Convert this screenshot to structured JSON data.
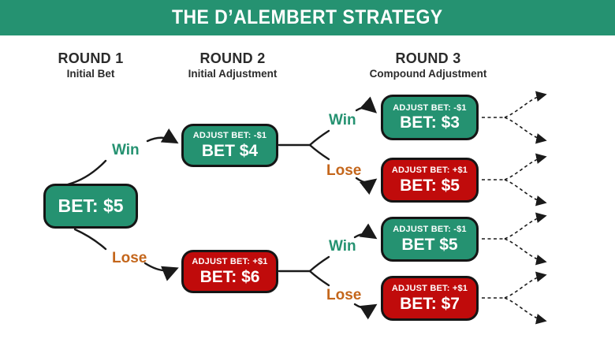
{
  "header": {
    "title": "THE D’ALEMBERT STRATEGY"
  },
  "rounds": [
    {
      "name": "ROUND 1",
      "subtitle": "Initial Bet",
      "nodes": [
        {
          "bet": "BET: $5",
          "color": "green"
        }
      ]
    },
    {
      "name": "ROUND 2",
      "subtitle": "Initial Adjustment",
      "nodes": [
        {
          "adjust": "ADJUST BET: -$1",
          "bet": "BET $4",
          "color": "green"
        },
        {
          "adjust": "ADJUST BET: +$1",
          "bet": "BET: $6",
          "color": "red"
        }
      ]
    },
    {
      "name": "ROUND 3",
      "subtitle": "Compound Adjustment",
      "nodes": [
        {
          "adjust": "ADJUST BET: -$1",
          "bet": "BET: $3",
          "color": "green"
        },
        {
          "adjust": "ADJUST BET: +$1",
          "bet": "BET: $5",
          "color": "red"
        },
        {
          "adjust": "ADJUST BET: -$1",
          "bet": "BET $5",
          "color": "green"
        },
        {
          "adjust": "ADJUST BET: +$1",
          "bet": "BET: $7",
          "color": "red"
        }
      ]
    }
  ],
  "edge_labels": {
    "win": "Win",
    "lose": "Lose"
  },
  "colors": {
    "brand_green": "#259271",
    "loss_red": "#C00B0B",
    "win_text": "#259271",
    "lose_text": "#C4661B",
    "line": "#1a1a1a",
    "header_text": "#FFFFFF",
    "background": "#FFFFFF"
  }
}
